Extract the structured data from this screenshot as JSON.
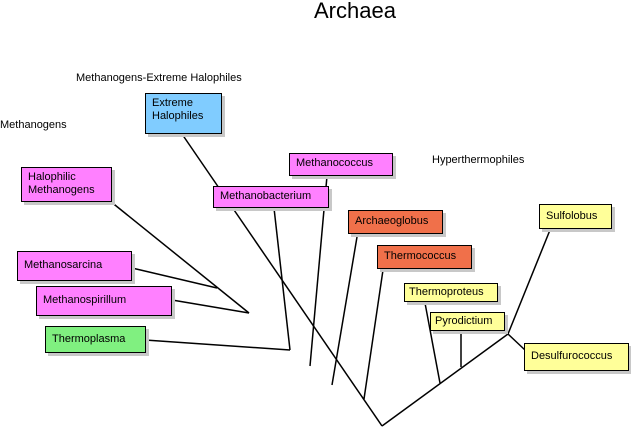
{
  "title": "Archaea",
  "groups": {
    "methanogens_extreme_halophiles": "Methanogens-Extreme Halophiles",
    "methanogens": "Methanogens",
    "hyperthermophiles": "Hyperthermophiles"
  },
  "taxa": {
    "extreme_halophiles": "Extreme\nHalophiles",
    "halophilic_methanogens": "Halophilic\nMethanogens",
    "methanosarcina": "Methanosarcina",
    "methanospirillum": "Methanospirillum",
    "thermoplasma": "Thermoplasma",
    "methanobacterium": "Methanobacterium",
    "methanococcus": "Methanococcus",
    "archaeoglobus": "Archaeoglobus",
    "thermococcus": "Thermococcus",
    "thermoproteus": "Thermoproteus",
    "pyrodictium": "Pyrodictium",
    "sulfolobus": "Sulfolobus",
    "desulfurococcus": "Desulfurococcus"
  },
  "colors": {
    "methanogen_box": "#ff80ff",
    "halophile_box": "#80ccff",
    "archaeoglobus_thermococcus_box": "#f0704a",
    "hyperthermophile_box": "#ffff99",
    "thermoplasma_box": "#80f080"
  }
}
